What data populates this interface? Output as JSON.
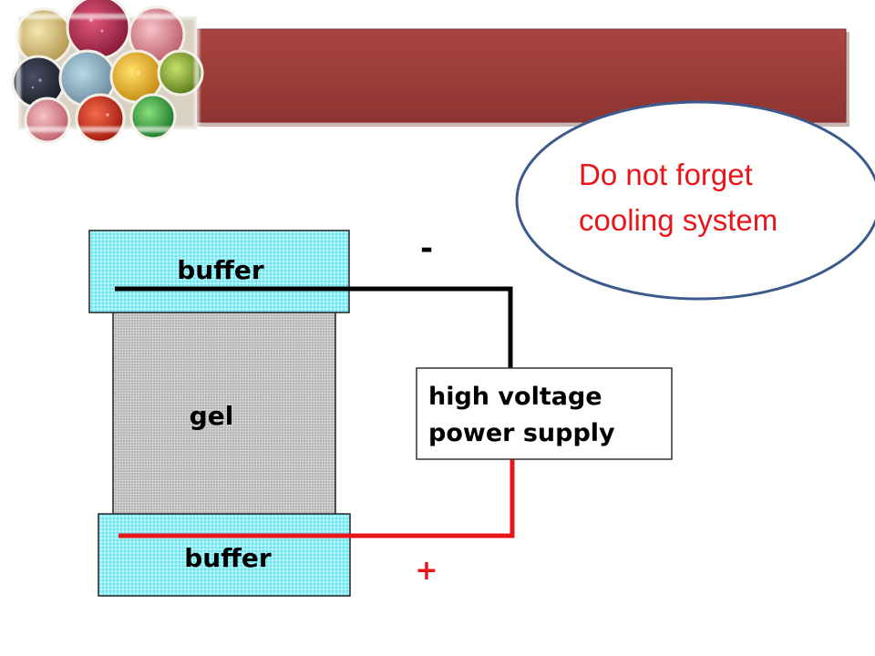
{
  "header": {
    "bar_color": "#9c3f3c",
    "photo": "petri-dish-collage"
  },
  "diagram": {
    "top_buffer_label": "buffer",
    "gel_label": "gel",
    "bottom_buffer_label": "buffer",
    "power_supply_label": [
      "high voltage",
      "power supply"
    ],
    "negative_sign": "-",
    "positive_sign": "+",
    "colors": {
      "buffer_fill": "#7fe6f0",
      "gel_fill": "#c8c8c8",
      "negative_wire": "#000000",
      "positive_wire": "#e8161a"
    }
  },
  "callout": {
    "lines": [
      "Do not forget",
      "cooling system"
    ],
    "text_color": "#e8161a",
    "border_color": "#3d5a8c"
  }
}
